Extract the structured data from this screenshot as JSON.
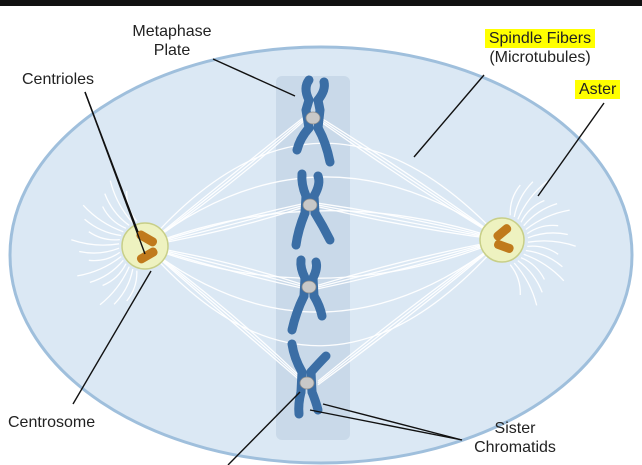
{
  "labels": {
    "metaphase_plate_line1": "Metaphase",
    "metaphase_plate_line2": "Plate",
    "centrioles": "Centrioles",
    "spindle_fibers": "Spindle Fibers",
    "microtubules": "(Microtubules)",
    "aster": "Aster",
    "centrosome": "Centrosome",
    "sister_line1": "Sister",
    "sister_line2": "Chromatids"
  },
  "colors": {
    "cell_fill": "#dbe8f4",
    "cell_stroke": "#9fbfdc",
    "plate": "#c5d6e6",
    "chromosome": "#3b6ea5",
    "centromere": "#c8c8c8",
    "centrosome_fill": "#eef2c0",
    "centriole": "#c07a1c",
    "fiber": "#ffffff",
    "highlight": "#ffff00"
  },
  "chromosome_count": 4
}
